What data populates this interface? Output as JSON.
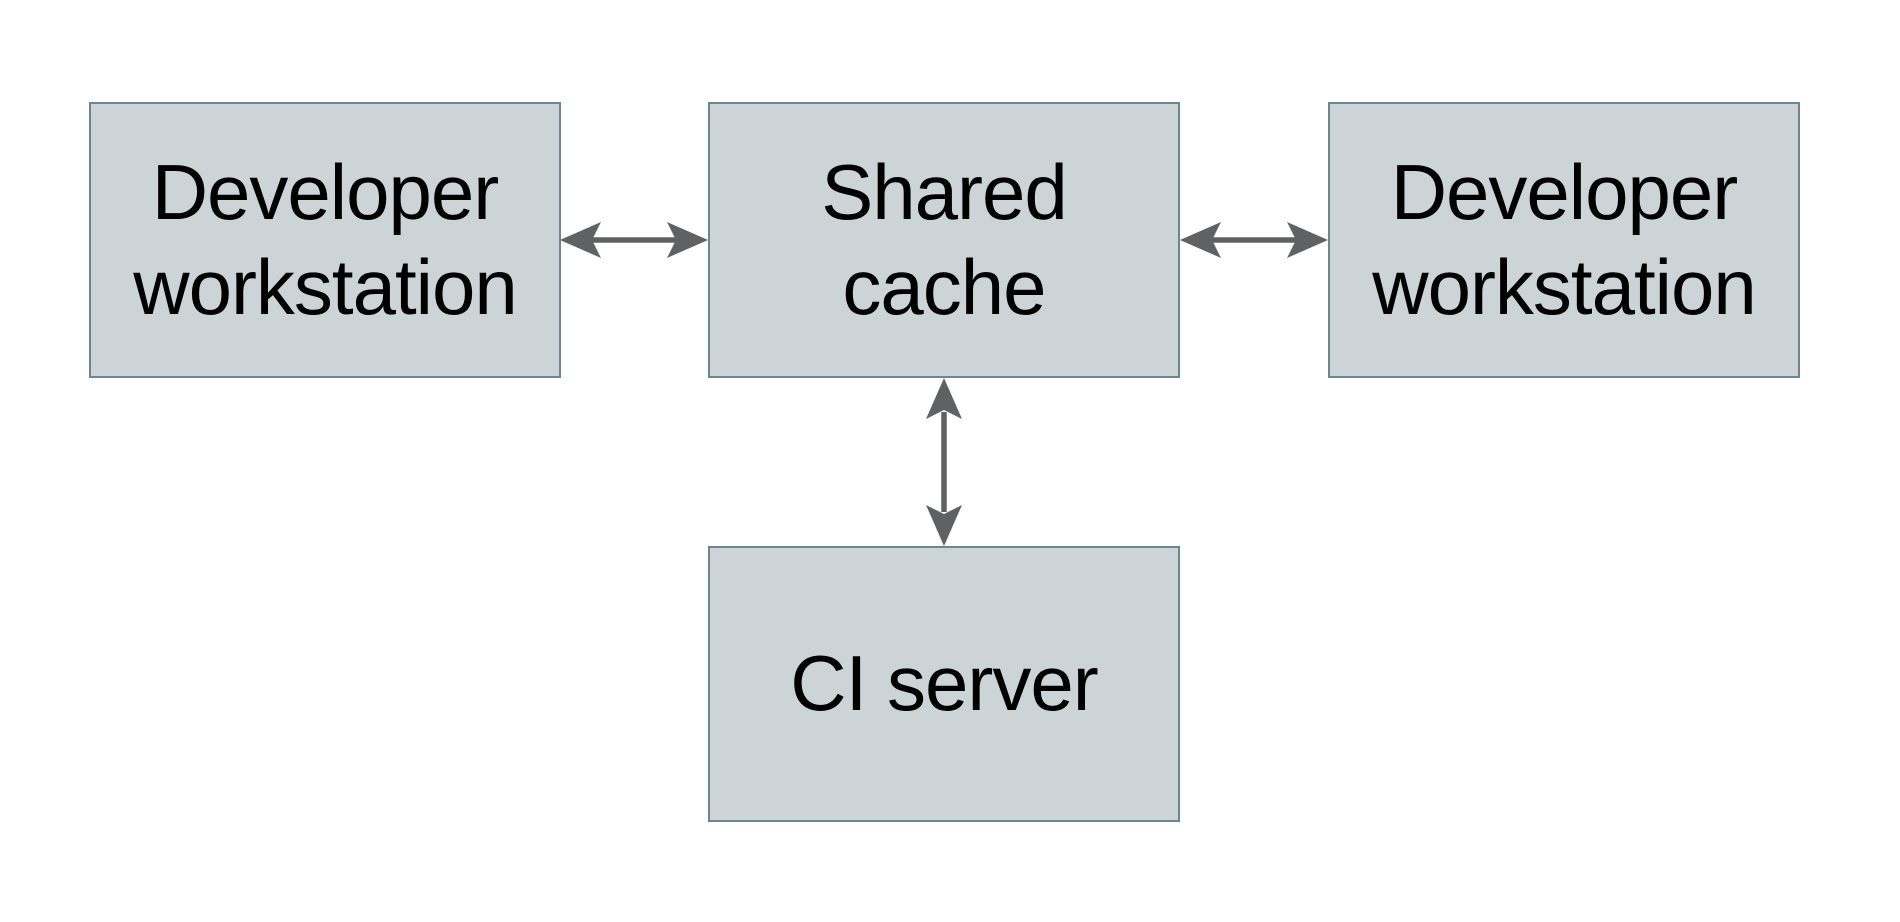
{
  "colors": {
    "background": "#ffffff",
    "nodeFill": "#ccd4d8",
    "nodeBorder": "#6d8591",
    "nodeText": "#000000",
    "arrow": "#5f6163"
  },
  "nodes": {
    "workstation_left": {
      "label": "Developer\nworkstation"
    },
    "shared_cache": {
      "label": "Shared\ncache"
    },
    "workstation_right": {
      "label": "Developer\nworkstation"
    },
    "ci_server": {
      "label": "CI server"
    }
  },
  "connections": [
    {
      "from": "workstation_left",
      "to": "shared_cache",
      "bidirectional": true
    },
    {
      "from": "workstation_right",
      "to": "shared_cache",
      "bidirectional": true
    },
    {
      "from": "ci_server",
      "to": "shared_cache",
      "bidirectional": true
    }
  ]
}
